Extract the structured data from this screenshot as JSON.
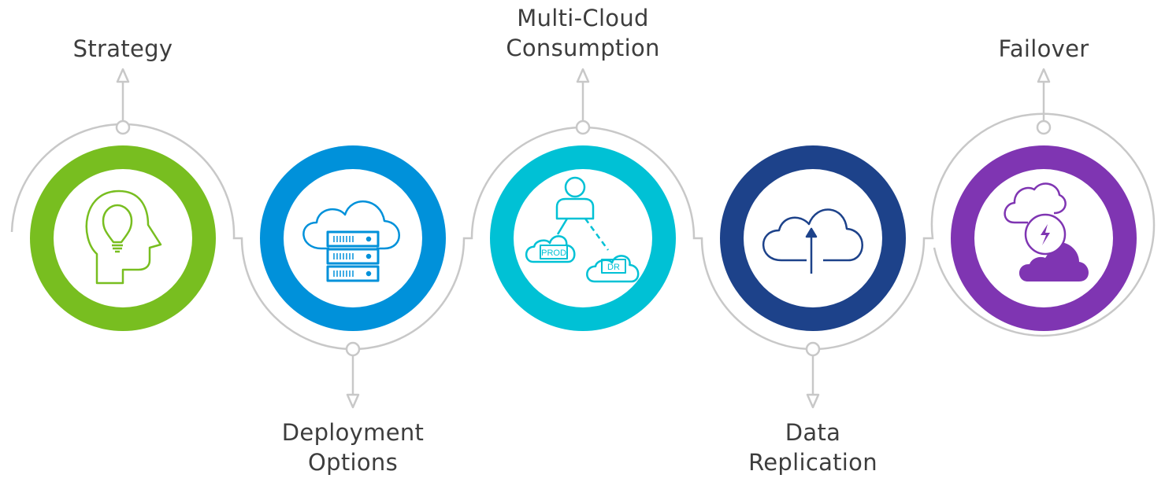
{
  "title": "Multi-cloud disaster recovery journey",
  "steps": [
    {
      "id": "strategy",
      "lines": [
        "Strategy"
      ],
      "label_side": "top",
      "color": "#78be20",
      "icon": "head-lightbulb-icon"
    },
    {
      "id": "deployment-options",
      "lines": [
        "Deployment",
        "Options"
      ],
      "label_side": "bottom",
      "color": "#0091da",
      "icon": "cloud-server-rack-icon"
    },
    {
      "id": "multi-cloud-consumption",
      "lines": [
        "Multi-Cloud",
        "Consumption"
      ],
      "label_side": "top",
      "color": "#00c1d5",
      "icon": "user-prod-dr-clouds-icon",
      "icon_text": {
        "prod": "PROD",
        "dr": "DR"
      }
    },
    {
      "id": "data-replication",
      "lines": [
        "Data",
        "Replication"
      ],
      "label_side": "bottom",
      "color": "#1d428a",
      "icon": "cloud-upload-icon"
    },
    {
      "id": "failover",
      "lines": [
        "Failover"
      ],
      "label_side": "top",
      "color": "#7f35b2",
      "icon": "cloud-failover-icon"
    }
  ],
  "connector_color": "#c8c8c8",
  "label_color": "#3d3d3d"
}
